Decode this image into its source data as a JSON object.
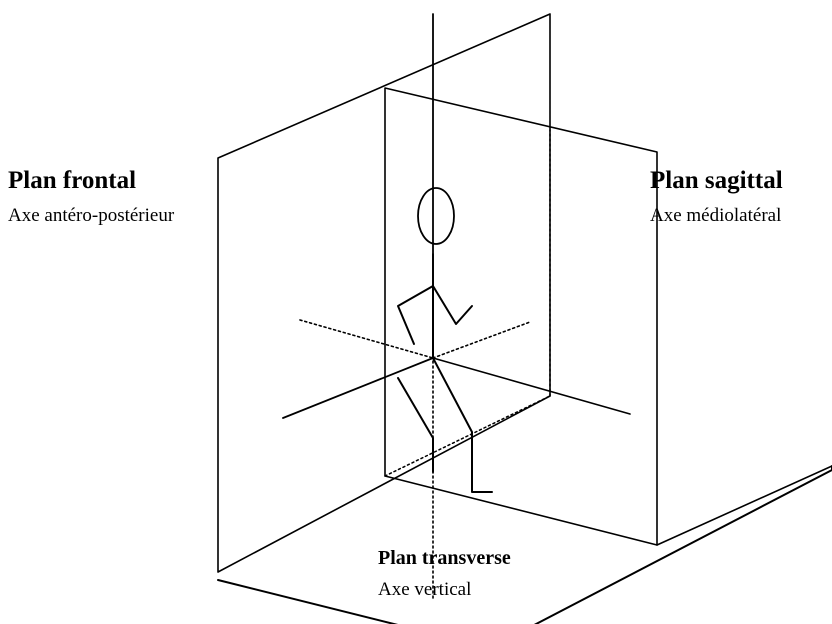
{
  "planes": {
    "frontal": {
      "title": "Plan frontal",
      "axis": "Axe antéro-postérieur"
    },
    "sagittal": {
      "title": "Plan sagittal",
      "axis": "Axe médiolatéral"
    },
    "transverse": {
      "title": "Plan transverse",
      "axis": "Axe vertical"
    }
  },
  "colors": {
    "stroke": "#000000",
    "background": "#ffffff"
  }
}
